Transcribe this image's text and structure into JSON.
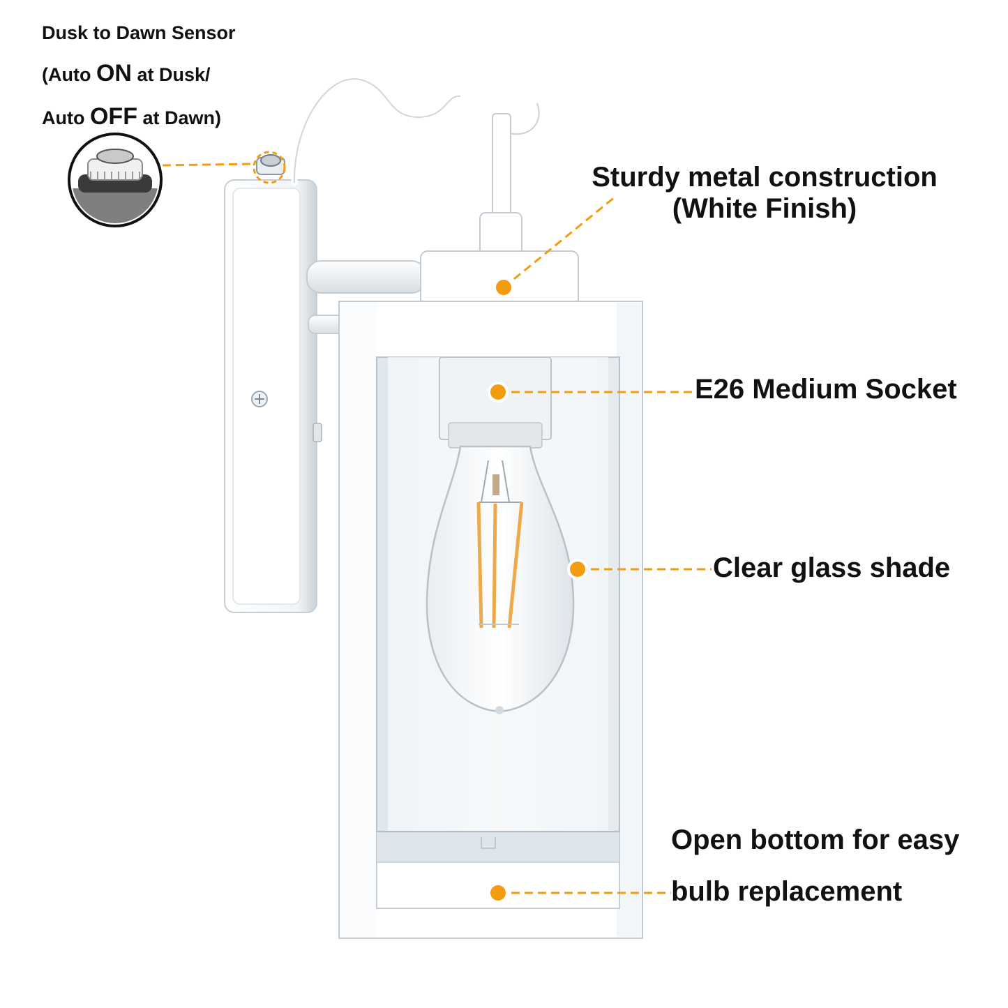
{
  "sensor": {
    "line1": "Dusk to Dawn Sensor",
    "line2_prefix": "(Auto ",
    "line2_emph": "ON",
    "line2_suffix": " at Dusk/",
    "line3_prefix": "Auto ",
    "line3_emph": "OFF",
    "line3_suffix": " at Dawn)"
  },
  "callouts": {
    "construction_line1": "Sturdy metal construction",
    "construction_line2": "(White Finish)",
    "socket": "E26 Medium Socket",
    "glass": "Clear glass shade",
    "bottom_line1": "Open bottom for easy",
    "bottom_line2": "bulb replacement"
  },
  "colors": {
    "accent": "#f39c12",
    "fixture": "#ffffff",
    "outline": "#cfd6dc",
    "shadow": "#b9c2ca",
    "text": "#111111"
  },
  "icons": {
    "callout_marker": "orange-dot",
    "sensor_zoom": "circle-magnifier"
  }
}
